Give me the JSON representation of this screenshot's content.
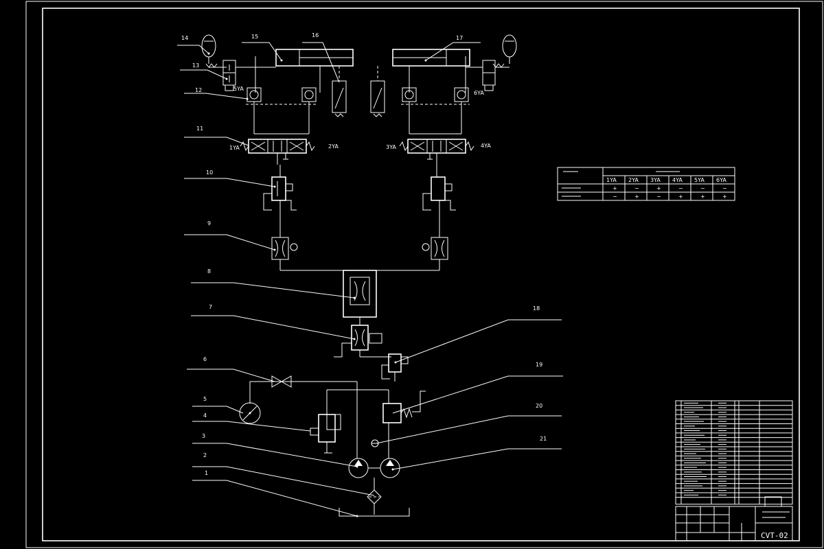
{
  "drawing": {
    "callouts": [
      "1",
      "2",
      "3",
      "4",
      "5",
      "6",
      "7",
      "8",
      "9",
      "10",
      "11",
      "12",
      "13",
      "14",
      "15",
      "16",
      "17",
      "18",
      "19",
      "20",
      "21"
    ],
    "solenoids": [
      "1YA",
      "2YA",
      "3YA",
      "4YA",
      "5YA",
      "6YA"
    ]
  },
  "action_table": {
    "columns": [
      "1YA",
      "2YA",
      "3YA",
      "4YA",
      "5YA",
      "6YA"
    ],
    "rows": [
      [
        "+",
        "−",
        "+",
        "−",
        "−",
        "−"
      ],
      [
        "−",
        "+",
        "−",
        "+",
        "+",
        "+"
      ]
    ]
  },
  "title_block": {
    "drawing_number": "CVT-02"
  }
}
